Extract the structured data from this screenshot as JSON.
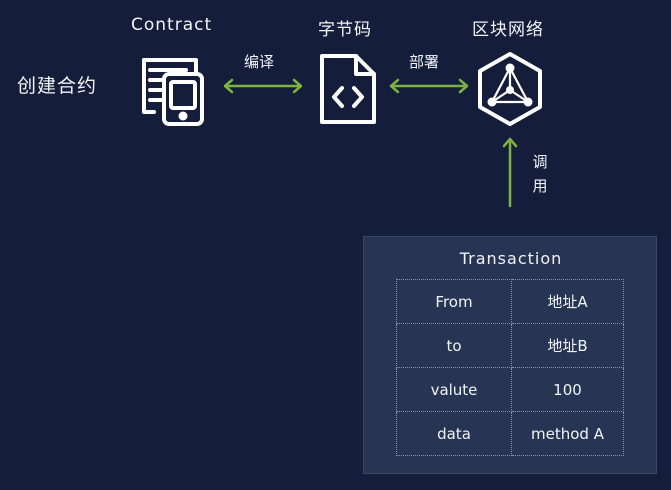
{
  "nodes": {
    "contract_label": "Contract",
    "bytecode_label": "字节码",
    "network_label": "区块网络"
  },
  "side_label": "创建合约",
  "edges": {
    "compile_label": "编译",
    "deploy_label": "部署",
    "invoke_label": [
      "调",
      "用"
    ]
  },
  "transaction": {
    "title": "Transaction",
    "rows": [
      {
        "key": "From",
        "value": "地址A"
      },
      {
        "key": "to",
        "value": "地址B"
      },
      {
        "key": "valute",
        "value": "100"
      },
      {
        "key": "data",
        "value": "method A"
      }
    ]
  },
  "colors": {
    "background": "#141d3a",
    "arrow": "#7cb342",
    "panel": "#283453"
  },
  "icons": [
    "contract-icon",
    "bytecode-file-icon",
    "blockchain-network-icon"
  ]
}
